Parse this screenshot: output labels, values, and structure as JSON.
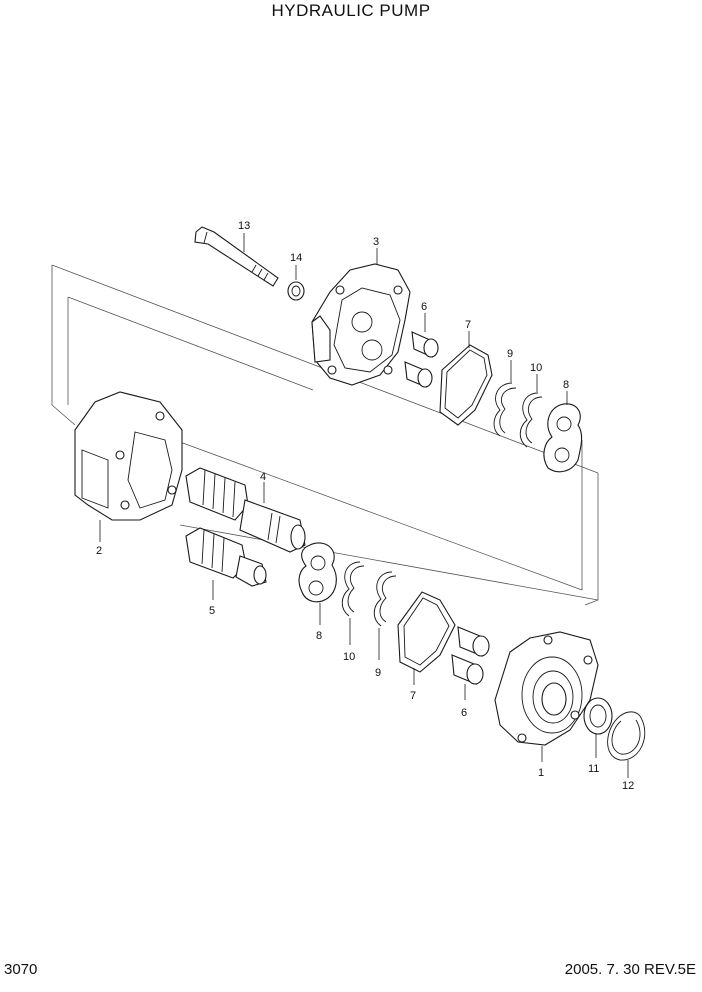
{
  "title": "HYDRAULIC PUMP",
  "page_number": "3070",
  "revision": "2005. 7. 30 REV.5E",
  "callouts": {
    "c1": "1",
    "c2": "2",
    "c3": "3",
    "c4": "4",
    "c5": "5",
    "c6a": "6",
    "c6b": "6",
    "c7a": "7",
    "c7b": "7",
    "c8a": "8",
    "c8b": "8",
    "c9a": "9",
    "c9b": "9",
    "c10a": "10",
    "c10b": "10",
    "c11": "11",
    "c12": "12",
    "c13": "13",
    "c14": "14"
  }
}
